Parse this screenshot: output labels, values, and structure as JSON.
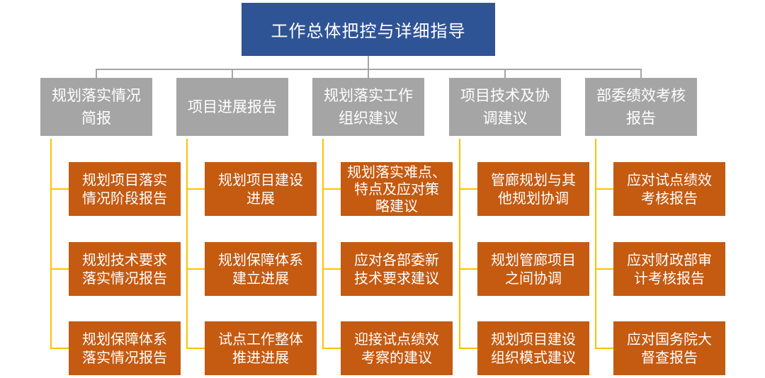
{
  "root": {
    "label": "工作总体把控与详细指导"
  },
  "columns": [
    {
      "title": "规划落实情况\n简报",
      "items": [
        "规划项目落实\n情况阶段报告",
        "规划技术要求\n落实情况报告",
        "规划保障体系\n落实情况报告"
      ]
    },
    {
      "title": "项目进展报告",
      "items": [
        "规划项目建设\n进展",
        "规划保障体系\n建立进展",
        "试点工作整体\n推进进展"
      ]
    },
    {
      "title": "规划落实工作\n组织建议",
      "items": [
        "规划落实难点、\n特点及应对策\n略建议",
        "应对各部委新\n技术要求建议",
        "迎接试点绩效\n考察的建议"
      ]
    },
    {
      "title": "项目技术及协\n调建议",
      "items": [
        "管廊规划与其\n他规划协调",
        "规划管廊项目\n之间协调",
        "规划项目建设\n组织模式建议"
      ]
    },
    {
      "title": "部委绩效考核\n报告",
      "items": [
        "应对试点绩效\n考核报告",
        "应对财政部审\n计考核报告",
        "应对国务院大\n督查报告"
      ]
    }
  ],
  "colors": {
    "root": "#2f5496",
    "category": "#a5a5a5",
    "item": "#c55a11",
    "connector_gray": "#a5a5a5",
    "connector_gold": "#ffc000"
  }
}
